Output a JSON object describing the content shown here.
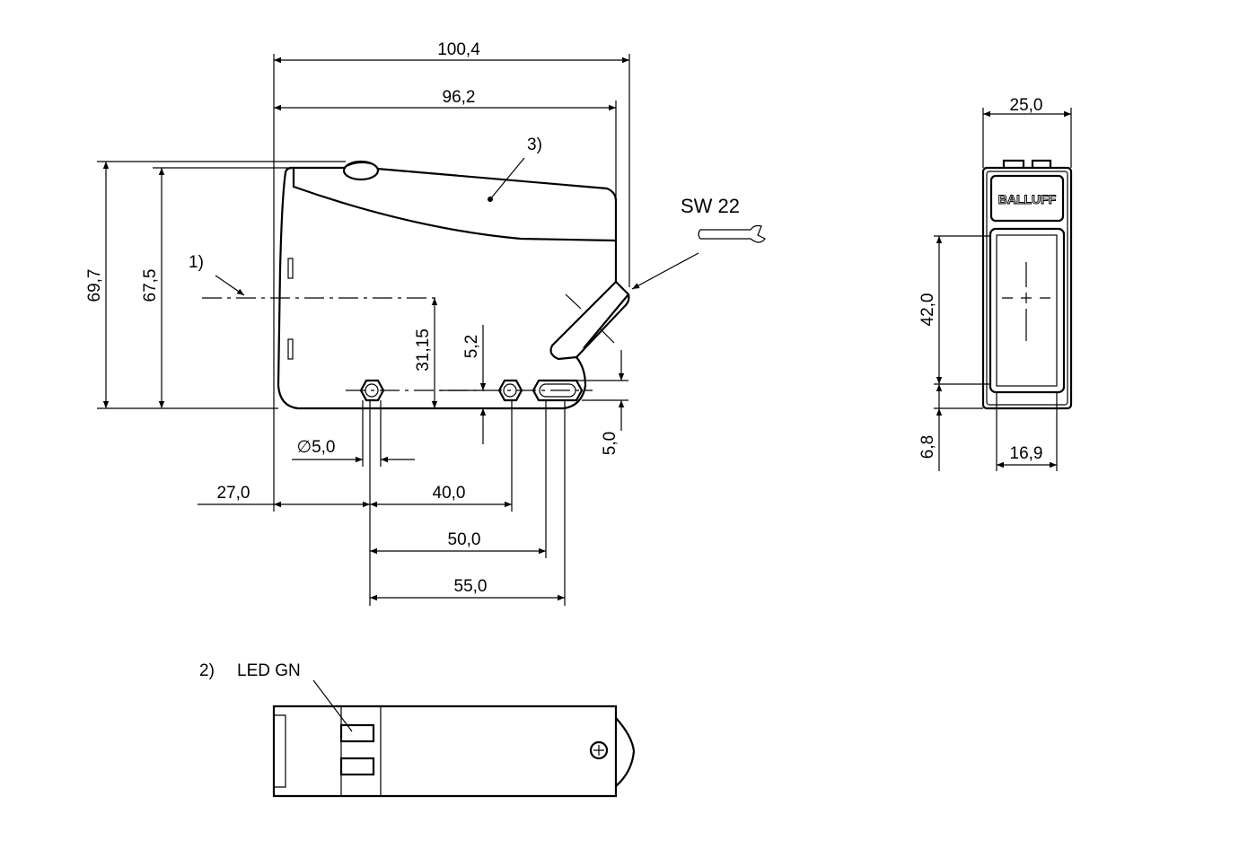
{
  "drawing": {
    "side_view": {
      "dims": {
        "overall_length": "100,4",
        "body_length": "96,2",
        "overall_height": "69,7",
        "body_height": "67,5",
        "optical_axis_height": "31,15",
        "hole_offset": "5,2",
        "slot_width": "5,0",
        "hole_diameter": "∅5,0",
        "hole1_from_edge": "27,0",
        "hole_spacing": "40,0",
        "slot_start": "50,0",
        "slot_end": "55,0"
      },
      "notes": {
        "note1": "1)",
        "note3": "3)",
        "wrench": "SW 22"
      }
    },
    "front_view": {
      "brand": "BALLUFF",
      "dims": {
        "width": "25,0",
        "lens_height": "42,0",
        "lens_bottom": "6,8",
        "lens_width": "16,9"
      }
    },
    "bottom_view": {
      "note2": "2)",
      "led_label": "LED GN"
    }
  }
}
